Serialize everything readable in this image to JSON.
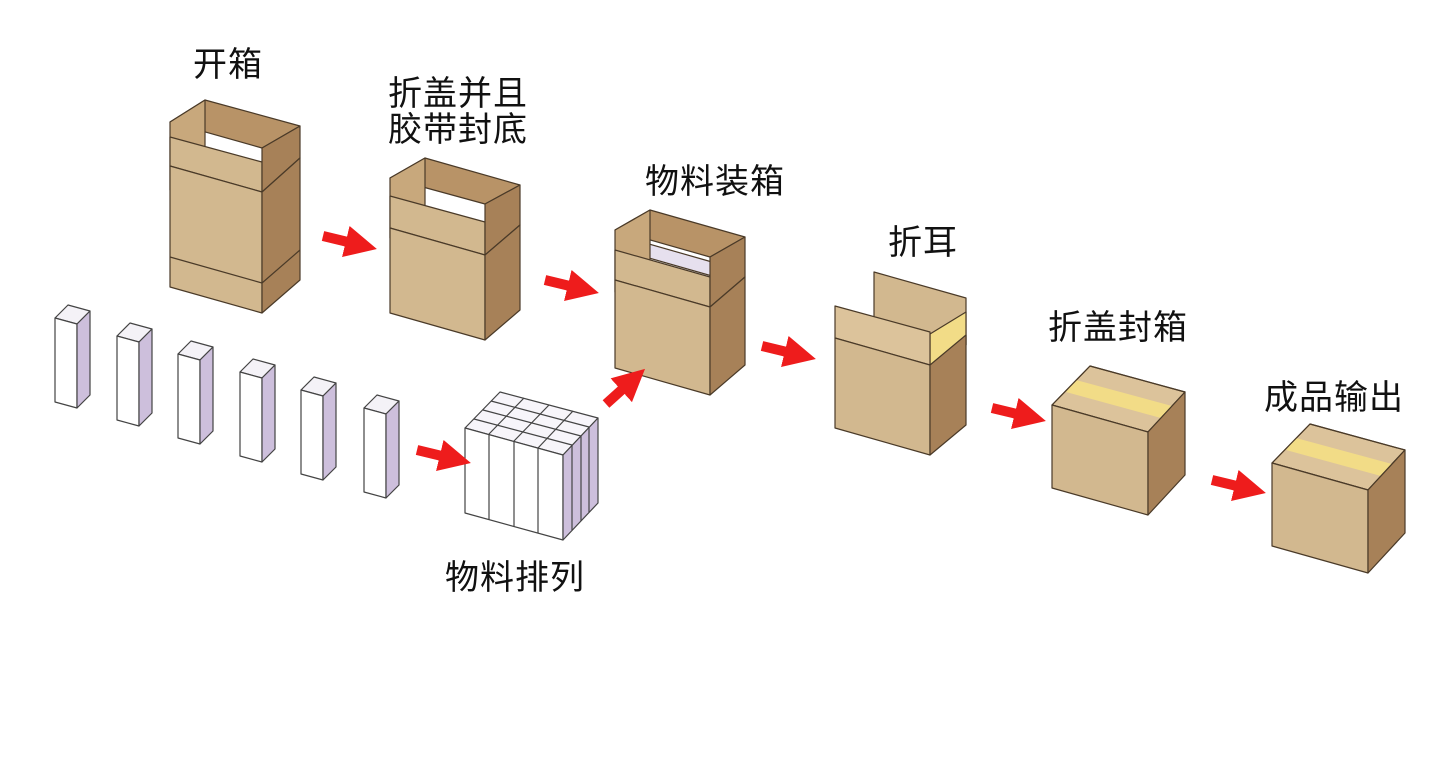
{
  "steps": {
    "open_box": "开箱",
    "fold_tape_bottom_line1": "折盖并且",
    "fold_tape_bottom_line2": "胶带封底",
    "load_material": "物料装箱",
    "fold_ears": "折耳",
    "fold_seal": "折盖封箱",
    "output": "成品输出",
    "arrange_material": "物料排列"
  },
  "colors": {
    "box_front": "#d2b88f",
    "box_side": "#a78158",
    "box_inner": "#b89367",
    "box_flap": "#dcc39b",
    "tape": "#f2dc87",
    "arrow": "#ee1c1c",
    "stick_front": "#ffffff",
    "stick_side": "#cdbfdc",
    "outline": "#4a3a28"
  }
}
